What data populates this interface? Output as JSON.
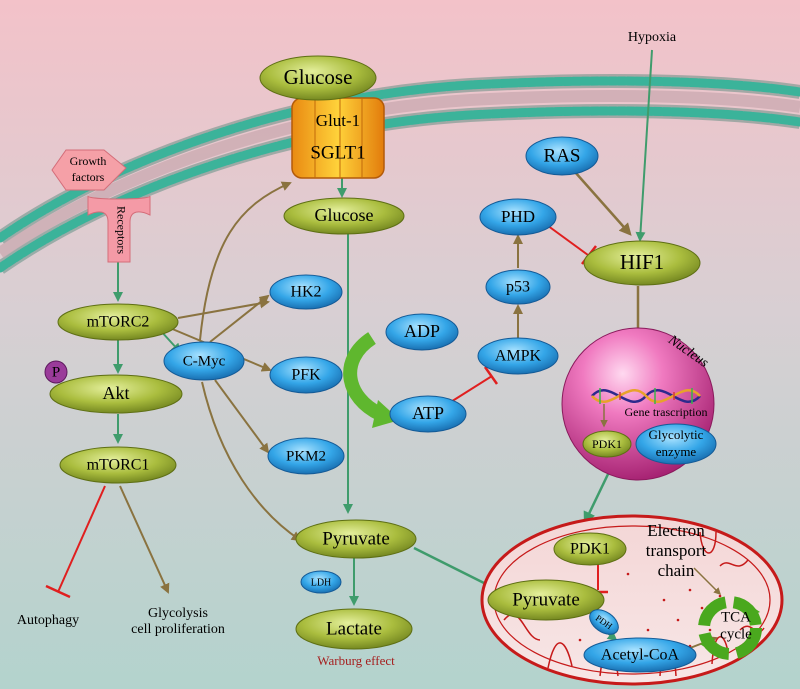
{
  "labels": {
    "hypoxia": "Hypoxia",
    "glucose_outer": "Glucose",
    "glut1": "Glut-1",
    "sglt1": "SGLT1",
    "growth_factors_1": "Growth",
    "growth_factors_2": "factors",
    "receptors": "Receptors",
    "glucose_inner": "Glucose",
    "ras": "RAS",
    "phd": "PHD",
    "hif1": "HIF1",
    "p53": "p53",
    "mtorc2": "mTORC2",
    "hk2": "HK2",
    "adp": "ADP",
    "ampk": "AMPK",
    "p": "P",
    "akt": "Akt",
    "cmyc": "C-Myc",
    "pfk": "PFK",
    "atp": "ATP",
    "nucleus": "Nucleus",
    "gene_transcription": "Gene trascription",
    "pdk1_nucleus": "PDK1",
    "glycolytic_1": "Glycolytic",
    "glycolytic_2": "enzyme",
    "mtorc1": "mTORC1",
    "pkm2": "PKM2",
    "pyruvate_cyto": "Pyruvate",
    "ldh": "LDH",
    "lactate": "Lactate",
    "warburg": "Warburg effect",
    "autophagy": "Autophagy",
    "glycolysis_1": "Glycolysis",
    "glycolysis_2": "cell proliferation",
    "pdk1_mito": "PDK1",
    "electron_1": "Electron",
    "electron_2": "transport",
    "electron_3": "chain",
    "pyruvate_mito": "Pyruvate",
    "pdh": "PDH",
    "tca_1": "TCA",
    "tca_2": "cycle",
    "acetyl_coa": "Acetyl-CoA"
  },
  "colors": {
    "bg_top": "#f2c6cc",
    "bg_bottom": "#bcd7d2",
    "membrane": "#2e9a84",
    "olive_node": "#a8bb3c",
    "blue_node": "#2f9fe0",
    "arrow_green": "#3f9c6c",
    "arrow_brown": "#8a7340",
    "inhibit_red": "#e01f1f",
    "nucleus": "#c62a86",
    "mito_line": "#c61a1a"
  }
}
